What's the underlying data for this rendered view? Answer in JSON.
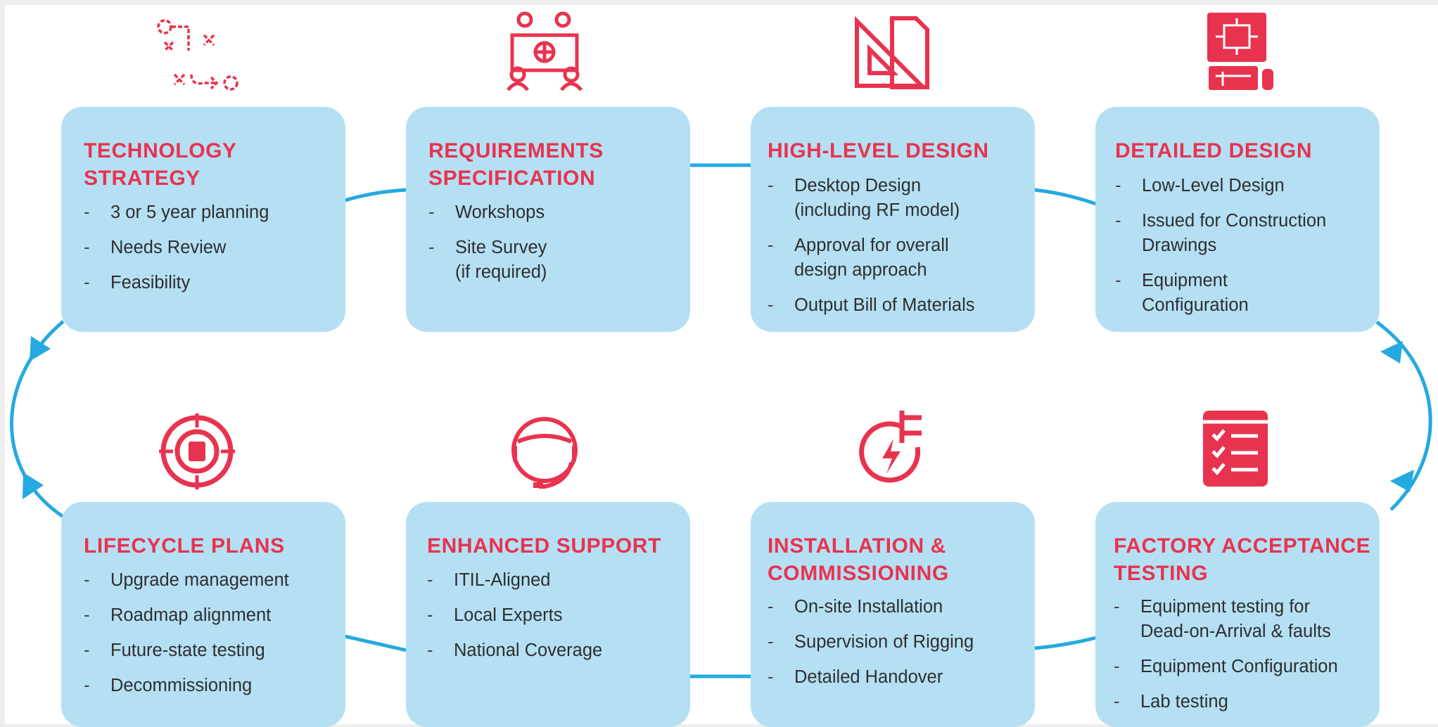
{
  "accent_color": "#e8334f",
  "card_color": "#b5e0f4",
  "connector_color": "#25a9e0",
  "cards": [
    {
      "title": [
        "TECHNOLOGY",
        "STRATEGY"
      ],
      "items": [
        [
          "3 or 5 year planning"
        ],
        [
          "Needs Review"
        ],
        [
          "Feasibility"
        ]
      ],
      "icon": "strategy-map-icon"
    },
    {
      "title": [
        "REQUIREMENTS",
        "SPECIFICATION"
      ],
      "items": [
        [
          "Workshops"
        ],
        [
          "Site Survey",
          "(if required)"
        ]
      ],
      "icon": "workshop-meeting-icon"
    },
    {
      "title": [
        "HIGH-LEVEL DESIGN"
      ],
      "items": [
        [
          "Desktop Design",
          "(including RF model)"
        ],
        [
          "Approval for overall",
          "design approach"
        ],
        [
          "Output Bill of Materials"
        ]
      ],
      "icon": "set-square-document-icon"
    },
    {
      "title": [
        "DETAILED DESIGN"
      ],
      "items": [
        [
          "Low-Level Design"
        ],
        [
          "Issued for Construction",
          "Drawings"
        ],
        [
          "Equipment",
          "Configuration"
        ]
      ],
      "icon": "computer-blueprint-icon"
    },
    {
      "title": [
        "LIFECYCLE PLANS"
      ],
      "items": [
        [
          "Upgrade management"
        ],
        [
          "Roadmap alignment"
        ],
        [
          "Future-state testing"
        ],
        [
          "Decommissioning"
        ]
      ],
      "icon": "lifecycle-target-icon"
    },
    {
      "title": [
        "ENHANCED SUPPORT"
      ],
      "items": [
        [
          "ITIL-Aligned"
        ],
        [
          "Local Experts"
        ],
        [
          "National Coverage"
        ]
      ],
      "icon": "support-headset-icon"
    },
    {
      "title": [
        "INSTALLATION &",
        "COMMISSIONING"
      ],
      "items": [
        [
          "On-site Installation"
        ],
        [
          "Supervision of Rigging"
        ],
        [
          "Detailed Handover"
        ]
      ],
      "icon": "power-plug-icon"
    },
    {
      "title": [
        "FACTORY ACCEPTANCE",
        "TESTING"
      ],
      "items": [
        [
          "Equipment testing for",
          "Dead-on-Arrival & faults"
        ],
        [
          "Equipment Configuration"
        ],
        [
          "Lab testing"
        ]
      ],
      "icon": "checklist-clipboard-icon"
    }
  ]
}
